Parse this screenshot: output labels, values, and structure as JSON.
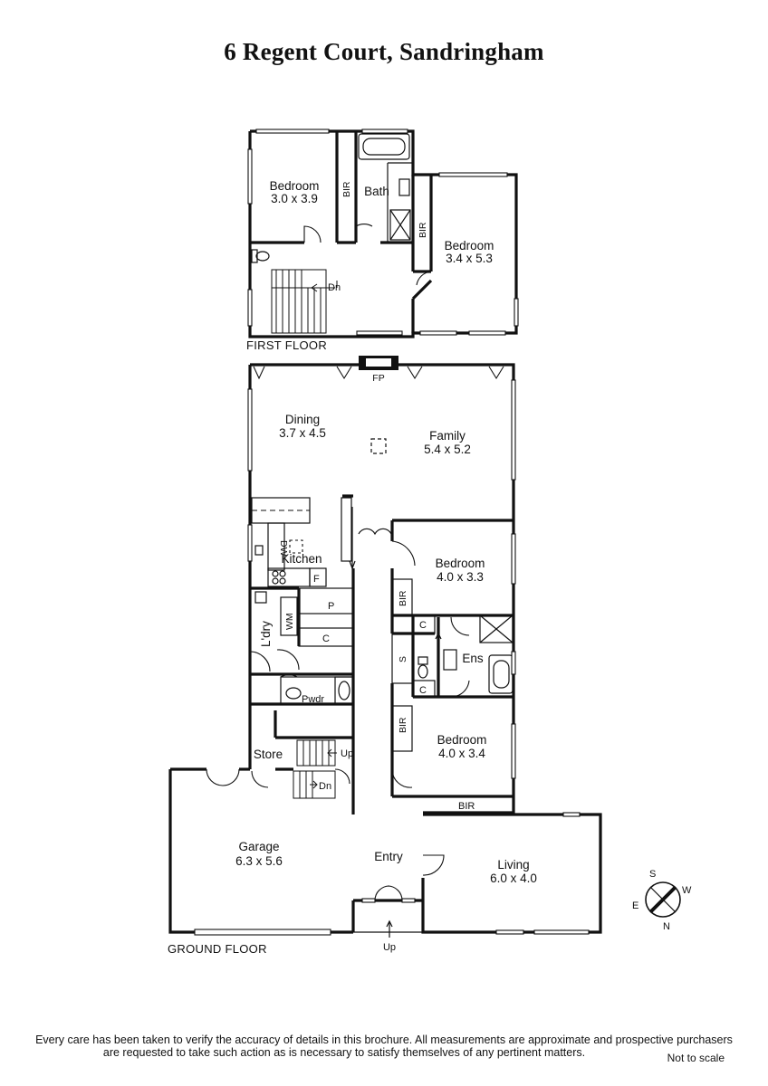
{
  "title": "6 Regent Court, Sandringham",
  "floors": {
    "first": "FIRST FLOOR",
    "ground": "GROUND FLOOR"
  },
  "rooms": {
    "bed1": {
      "name": "Bedroom",
      "dims": "3.0 x 3.9"
    },
    "bath": {
      "name": "Bath"
    },
    "bed2": {
      "name": "Bedroom",
      "dims": "3.4 x 5.3"
    },
    "dining": {
      "name": "Dining",
      "dims": "3.7 x 4.5"
    },
    "family": {
      "name": "Family",
      "dims": "5.4 x 5.2"
    },
    "kitchen": {
      "name": "Kitchen"
    },
    "bed3": {
      "name": "Bedroom",
      "dims": "4.0 x 3.3"
    },
    "ens": {
      "name": "Ens"
    },
    "bed4": {
      "name": "Bedroom",
      "dims": "4.0 x 3.4"
    },
    "laundry": {
      "name": "L'dry"
    },
    "pwdr": {
      "name": "Pwdr"
    },
    "store": {
      "name": "Store"
    },
    "garage": {
      "name": "Garage",
      "dims": "6.3 x 5.6"
    },
    "entry": {
      "name": "Entry"
    },
    "living": {
      "name": "Living",
      "dims": "6.0 x 4.0"
    }
  },
  "fixtures": {
    "bir": "BIR",
    "fp": "FP",
    "dw": "DW",
    "f": "F",
    "p": "P",
    "wm": "WM",
    "c": "C",
    "s": "S"
  },
  "stairs": {
    "dn": "Dn",
    "up": "Up"
  },
  "compass": {
    "s": "S",
    "w": "W",
    "e": "E",
    "n": "N"
  },
  "disclaimer": {
    "line1": "Every care has been taken to verify the accuracy of details in this brochure.  All measurements are approximate and prospective purchasers",
    "line2": "are requested to take such action as is necessary to satisfy themselves of any pertinent matters."
  },
  "not_to_scale": "Not to scale"
}
